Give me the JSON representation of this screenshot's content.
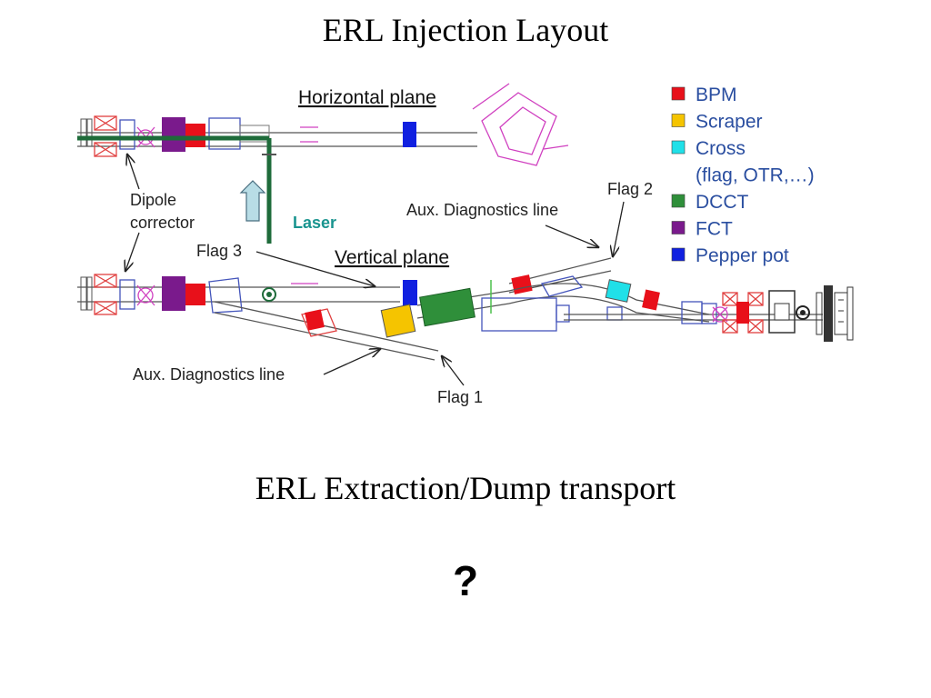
{
  "title": "ERL Injection Layout",
  "subtitle": "ERL Extraction/Dump transport",
  "question_mark": "?",
  "diagram": {
    "horizontal_plane_label": "Horizontal plane",
    "vertical_plane_label": "Vertical plane",
    "laser_label": "Laser",
    "dipole_corrector_line1": "Dipole",
    "dipole_corrector_line2": "corrector",
    "aux_line_upper": "Aux. Diagnostics line",
    "aux_line_lower": "Aux. Diagnostics line",
    "flag1": "Flag 1",
    "flag2": "Flag 2",
    "flag3": "Flag 3"
  },
  "legend": [
    {
      "label": "BPM",
      "color": "#e8101a"
    },
    {
      "label": "Scraper",
      "color": "#f5c400"
    },
    {
      "label": "Cross",
      "sublabel": "(flag, OTR,…)",
      "color": "#20e0e8"
    },
    {
      "label": "DCCT",
      "color": "#2f8f3a"
    },
    {
      "label": "FCT",
      "color": "#7a1a8c"
    },
    {
      "label": "Pepper pot",
      "color": "#1020e0"
    }
  ]
}
